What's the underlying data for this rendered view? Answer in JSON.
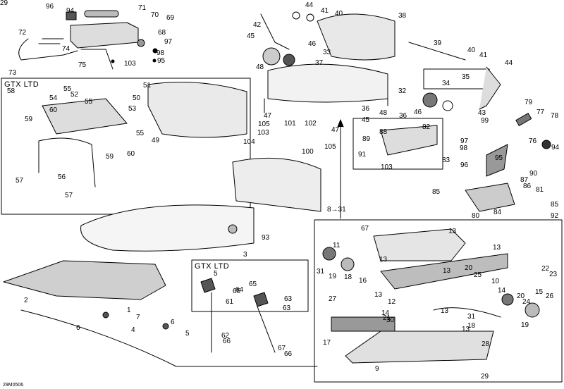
{
  "diagram": {
    "drawing_code": "29M0506",
    "reference": "8→31",
    "group_titles": [
      "GTX LTD",
      "GTX LTD"
    ],
    "callouts": [
      "96",
      "94",
      "71",
      "70",
      "69",
      "72",
      "68",
      "97",
      "74",
      "98",
      "95",
      "75",
      "103",
      "73",
      "44",
      "41",
      "40",
      "38",
      "42",
      "45",
      "46",
      "37",
      "39",
      "40",
      "41",
      "44",
      "48",
      "33",
      "35",
      "34",
      "32",
      "47",
      "36",
      "48",
      "36",
      "46",
      "43",
      "58",
      "55",
      "52",
      "54",
      "55",
      "60",
      "59",
      "57",
      "56",
      "57",
      "51",
      "50",
      "53",
      "55",
      "49",
      "59",
      "60",
      "105",
      "101",
      "103",
      "102",
      "104",
      "100",
      "105",
      "47",
      "45",
      "99",
      "79",
      "77",
      "78",
      "89",
      "88",
      "82",
      "91",
      "103",
      "83",
      "97",
      "98",
      "95",
      "76",
      "94",
      "96",
      "90",
      "87",
      "86",
      "85",
      "81",
      "84",
      "80",
      "85",
      "92",
      "93",
      "3",
      "2",
      "1",
      "7",
      "6",
      "4",
      "6",
      "5",
      "5",
      "65",
      "61",
      "65",
      "64",
      "63",
      "63",
      "62",
      "66",
      "67",
      "66",
      "67",
      "13",
      "11",
      "13",
      "13",
      "31",
      "19",
      "18",
      "16",
      "20",
      "13",
      "25",
      "10",
      "22",
      "23",
      "27",
      "13",
      "12",
      "14",
      "13",
      "14",
      "20",
      "15",
      "26",
      "24",
      "31",
      "18",
      "19",
      "21",
      "13",
      "30",
      "17",
      "28",
      "9",
      "29",
      "29"
    ]
  }
}
